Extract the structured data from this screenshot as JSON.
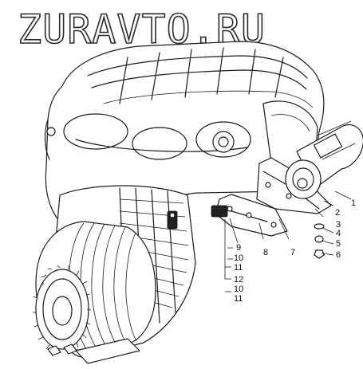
{
  "watermark": {
    "text": "ZURAVTO.RU"
  },
  "callouts": [
    "1",
    "2",
    "3",
    "4",
    "5",
    "6",
    "7",
    "8",
    "9",
    "10",
    "11",
    "12",
    "10",
    "11"
  ]
}
